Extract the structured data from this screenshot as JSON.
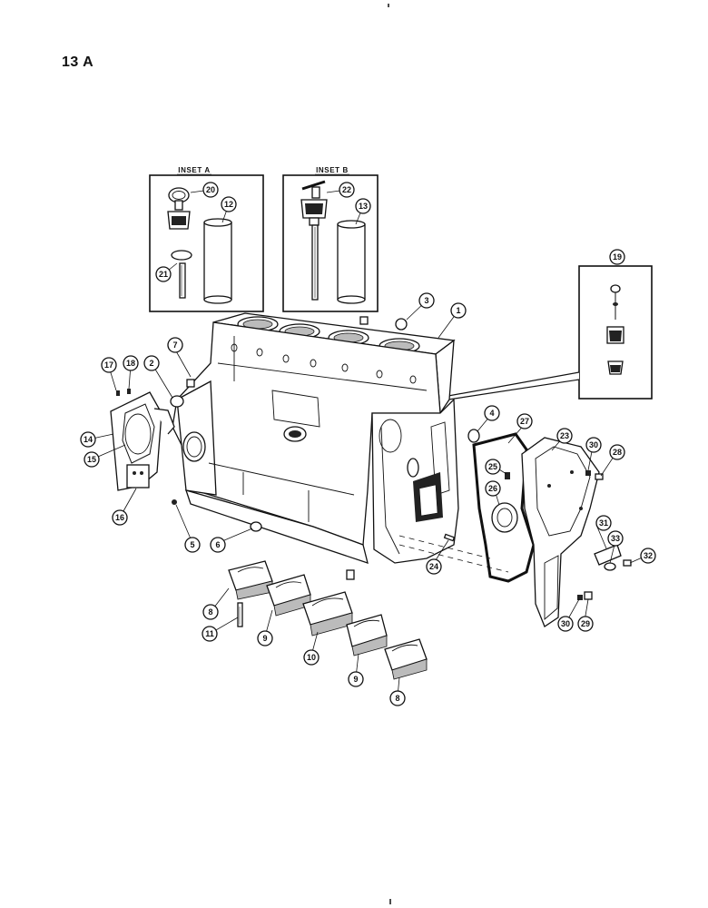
{
  "page": {
    "label": "13 A"
  },
  "insets": {
    "a": {
      "title": "INSET A"
    },
    "b": {
      "title": "INSET B"
    }
  },
  "callouts": {
    "c1": "1",
    "c2": "2",
    "c3": "3",
    "c4": "4",
    "c5": "5",
    "c6": "6",
    "c7": "7",
    "c8a": "8",
    "c8b": "8",
    "c9a": "9",
    "c9b": "9",
    "c10": "10",
    "c11": "11",
    "c12": "12",
    "c13": "13",
    "c14": "14",
    "c15": "15",
    "c16": "16",
    "c17": "17",
    "c18": "18",
    "c19": "19",
    "c20": "20",
    "c21": "21",
    "c22": "22",
    "c23": "23",
    "c24": "24",
    "c25": "25",
    "c26": "26",
    "c27": "27",
    "c28": "28",
    "c29": "29",
    "c30a": "30",
    "c30b": "30",
    "c31": "31",
    "c32": "32",
    "c33": "33"
  },
  "colors": {
    "ink": "#111111",
    "paper": "#ffffff"
  }
}
